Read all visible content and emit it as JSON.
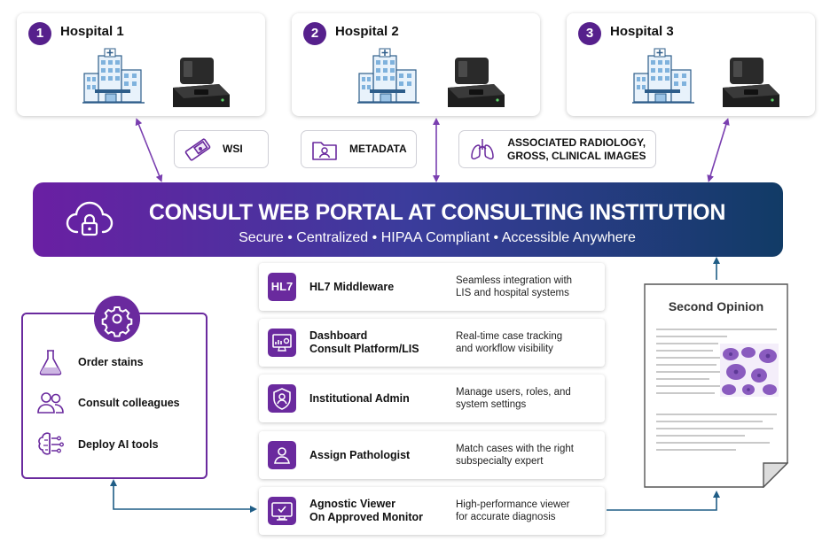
{
  "hospitals": [
    {
      "number": "1",
      "title": "Hospital 1"
    },
    {
      "number": "2",
      "title": "Hospital 2"
    },
    {
      "number": "3",
      "title": "Hospital 3"
    }
  ],
  "data_chips": [
    {
      "label": "WSI",
      "icon": "slide-icon"
    },
    {
      "label": "METADATA",
      "icon": "person-folder-icon"
    },
    {
      "label_line1": "ASSOCIATED RADIOLOGY,",
      "label_line2": "GROSS, CLINICAL IMAGES",
      "icon": "lungs-icon"
    }
  ],
  "portal": {
    "title": "CONSULT WEB PORTAL AT CONSULTING INSTITUTION",
    "subtitle": "Secure • Centralized • HIPAA Compliant • Accessible Anywhere",
    "icon": "cloud-lock-icon"
  },
  "services": [
    {
      "name_line1": "HL7 Middleware",
      "name_line2": "",
      "icon_text": "HL7",
      "desc_line1": "Seamless integration with",
      "desc_line2": "LIS and hospital systems"
    },
    {
      "name_line1": "Dashboard",
      "name_line2": "Consult Platform/LIS",
      "icon": "dashboard-icon",
      "desc_line1": "Real-time case tracking",
      "desc_line2": "and workflow visibility"
    },
    {
      "name_line1": "Institutional Admin",
      "name_line2": "",
      "icon": "shield-user-icon",
      "desc_line1": "Manage users, roles, and",
      "desc_line2": "system settings"
    },
    {
      "name_line1": "Assign Pathologist",
      "name_line2": "",
      "icon": "user-icon",
      "desc_line1": "Match cases with the right",
      "desc_line2": "subspecialty expert"
    },
    {
      "name_line1": "Agnostic Viewer",
      "name_line2": "On Approved Monitor",
      "icon": "monitor-icon",
      "desc_line1": "High-performance viewer",
      "desc_line2": "for accurate diagnosis"
    }
  ],
  "tools": {
    "icon": "gear-icon",
    "items": [
      {
        "label": "Order stains",
        "icon": "flask-icon"
      },
      {
        "label": "Consult colleagues",
        "icon": "people-icon"
      },
      {
        "label": "Deploy AI tools",
        "icon": "brain-circuit-icon"
      }
    ]
  },
  "second_opinion": {
    "title": "Second Opinion"
  },
  "colors": {
    "purple": "#6a2a9e",
    "navy": "#113b66",
    "arrow_purple": "#7a3fb0",
    "arrow_blue": "#1f5d86"
  }
}
